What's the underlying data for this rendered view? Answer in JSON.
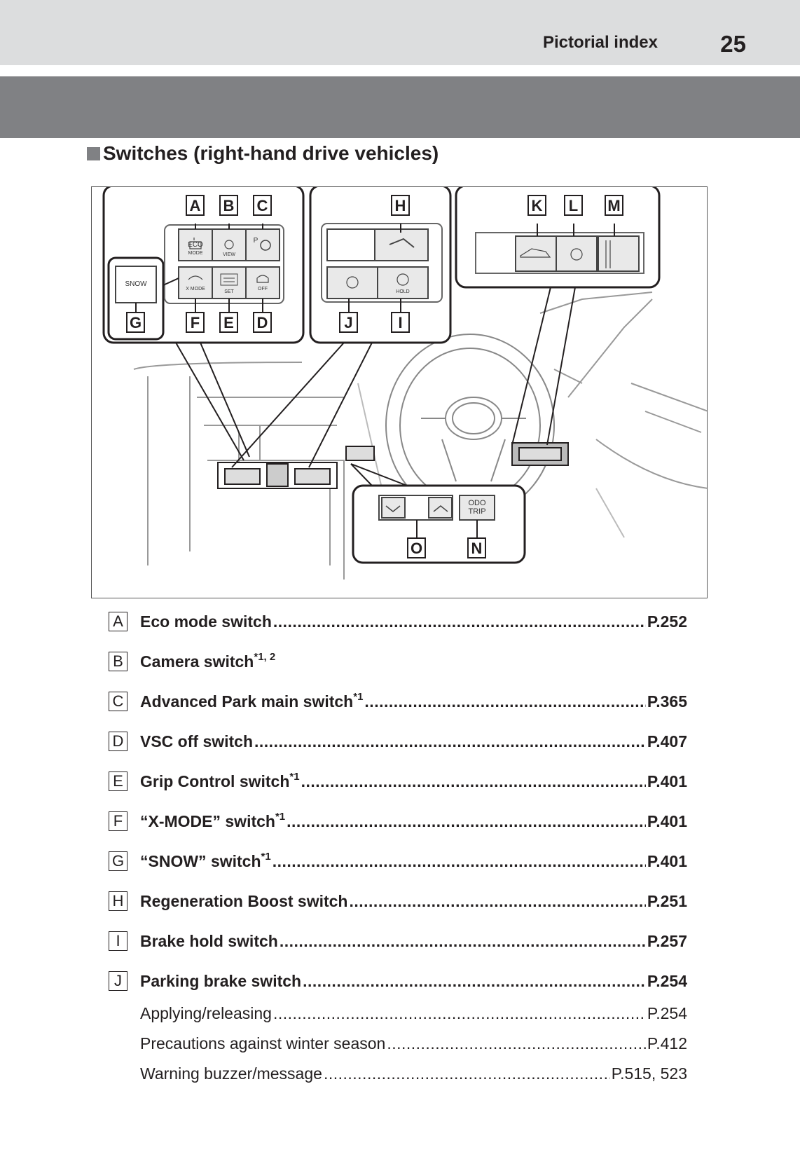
{
  "header": {
    "title": "Pictorial index",
    "page_number": "25"
  },
  "section_title": "Switches (right-hand drive vehicles)",
  "figure": {
    "callout_letters": [
      "A",
      "B",
      "C",
      "H",
      "K",
      "L",
      "M",
      "G",
      "F",
      "E",
      "D",
      "J",
      "I",
      "O",
      "N"
    ],
    "switch_text": {
      "eco": "ECO",
      "mode": "MODE",
      "view": "VIEW",
      "p": "P",
      "snow": "SNOW",
      "xmode": "X MODE",
      "set": "SET",
      "off": "OFF",
      "hold": "HOLD",
      "odo": "ODO",
      "trip": "TRIP"
    }
  },
  "items": [
    {
      "letter": "A",
      "label": "Eco mode switch",
      "sup": "",
      "page": "P.252"
    },
    {
      "letter": "B",
      "label": "Camera switch",
      "sup": "*1, 2",
      "page": ""
    },
    {
      "letter": "C",
      "label": "Advanced Park main switch",
      "sup": "*1",
      "page": "P.365"
    },
    {
      "letter": "D",
      "label": "VSC off switch",
      "sup": "",
      "page": "P.407"
    },
    {
      "letter": "E",
      "label": "Grip Control switch",
      "sup": "*1",
      "page": "P.401"
    },
    {
      "letter": "F",
      "label": "“X-MODE” switch",
      "sup": "*1",
      "page": "P.401"
    },
    {
      "letter": "G",
      "label": "“SNOW” switch",
      "sup": "*1",
      "page": "P.401"
    },
    {
      "letter": "H",
      "label": "Regeneration Boost switch",
      "sup": "",
      "page": "P.251"
    },
    {
      "letter": "I",
      "label": "Brake hold switch",
      "sup": "",
      "page": "P.257"
    },
    {
      "letter": "J",
      "label": "Parking brake switch",
      "sup": "",
      "page": "P.254"
    }
  ],
  "sub_items": [
    {
      "label": "Applying/releasing",
      "page": "P.254"
    },
    {
      "label": "Precautions against winter season",
      "page": "P.412"
    },
    {
      "label": "Warning buzzer/message",
      "page": "P.515, 523"
    }
  ]
}
